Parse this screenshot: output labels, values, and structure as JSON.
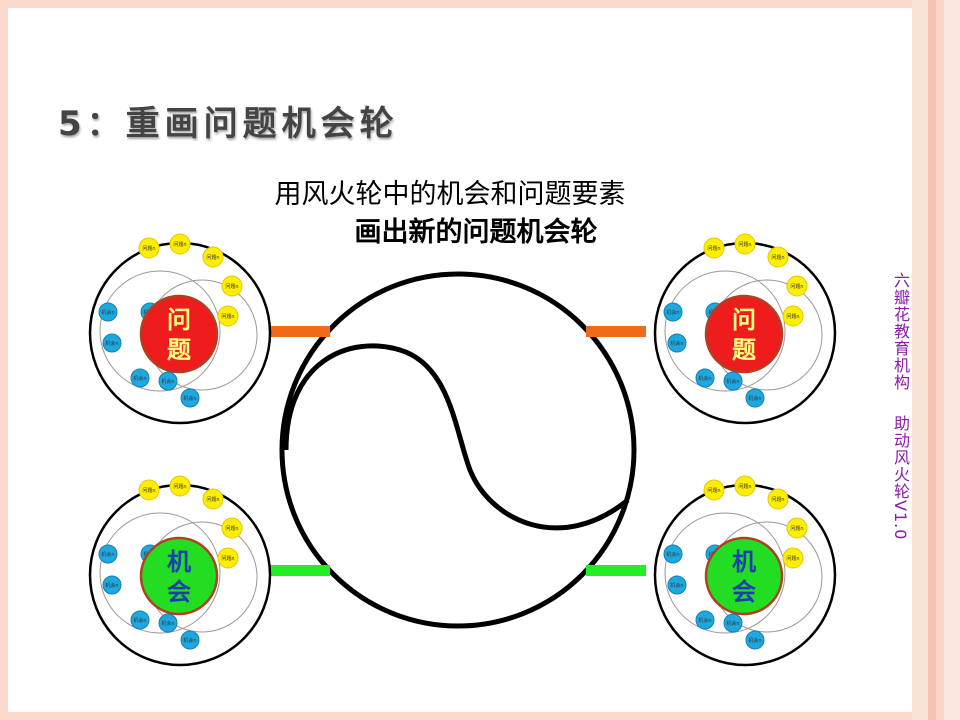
{
  "slide": {
    "title": "5：重画问题机会轮",
    "subtitle_line1": "用风火轮中的机会和问题要素",
    "subtitle_line2": "画出新的问题机会轮",
    "side_caption_1": "六瓣花教育机构",
    "side_caption_2": "助动风火轮V1.0"
  },
  "wheels": {
    "problem_label_1": "问",
    "problem_label_2": "题",
    "opportunity_label_1": "机",
    "opportunity_label_2": "会",
    "dot_problem_text": "问题n",
    "dot_opportunity_text": "机会n"
  },
  "colors": {
    "problem_center": "#ee1c1c",
    "opportunity_center": "#22dd22",
    "problem_connector": "#f06a18",
    "opportunity_connector": "#22ee22",
    "yellow_dot": "#ffee00",
    "blue_dot": "#1ea8e0",
    "side_caption": "#8a1ca8"
  }
}
